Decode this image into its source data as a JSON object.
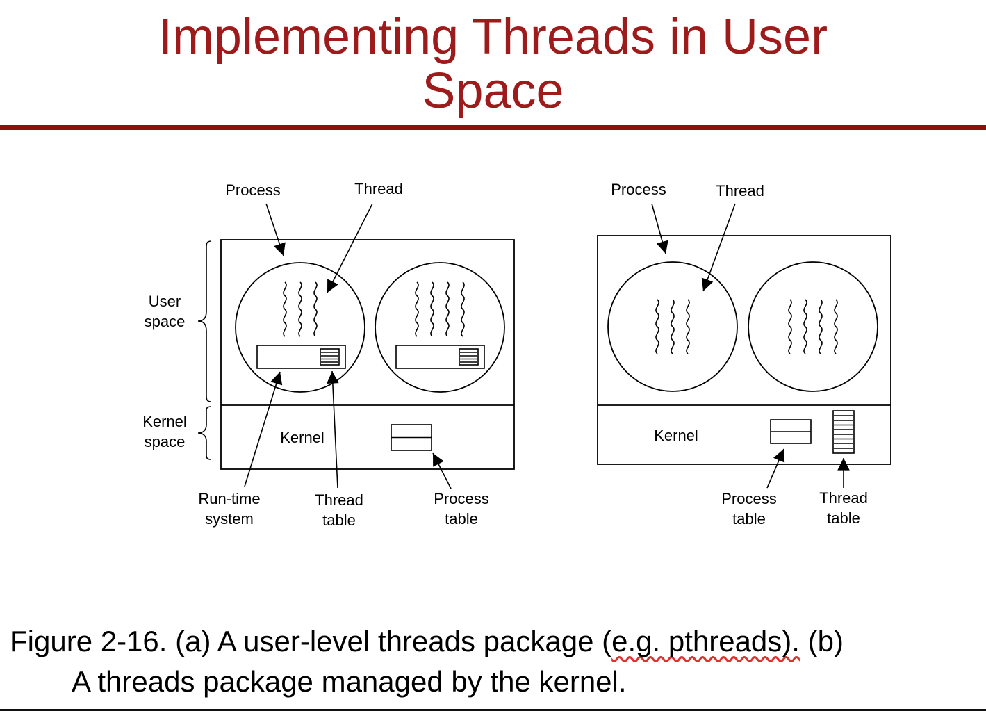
{
  "slide": {
    "title": "Implementing Threads in User Space",
    "caption_line1_prefix": "Figure 2-16. (a) A user-level threads package (",
    "caption_line1_highlight": "e.g. pthreads).",
    "caption_line1_suffix": " (b)",
    "caption_line2": "A threads package managed by the kernel."
  },
  "colors": {
    "title_red": "#9e1b1b",
    "rule_red": "#8a1111",
    "spellcheck_squiggle_red": "#e03131",
    "diagram_stroke": "#000000"
  },
  "diagram_a": {
    "labels": {
      "process": "Process",
      "thread": "Thread",
      "user_space": "User space",
      "kernel_space": "Kernel space",
      "kernel": "Kernel",
      "runtime_system": "Run-time system",
      "thread_table": "Thread table",
      "process_table": "Process table"
    }
  },
  "diagram_b": {
    "labels": {
      "process": "Process",
      "thread": "Thread",
      "kernel": "Kernel",
      "process_table": "Process table",
      "thread_table": "Thread table"
    }
  }
}
